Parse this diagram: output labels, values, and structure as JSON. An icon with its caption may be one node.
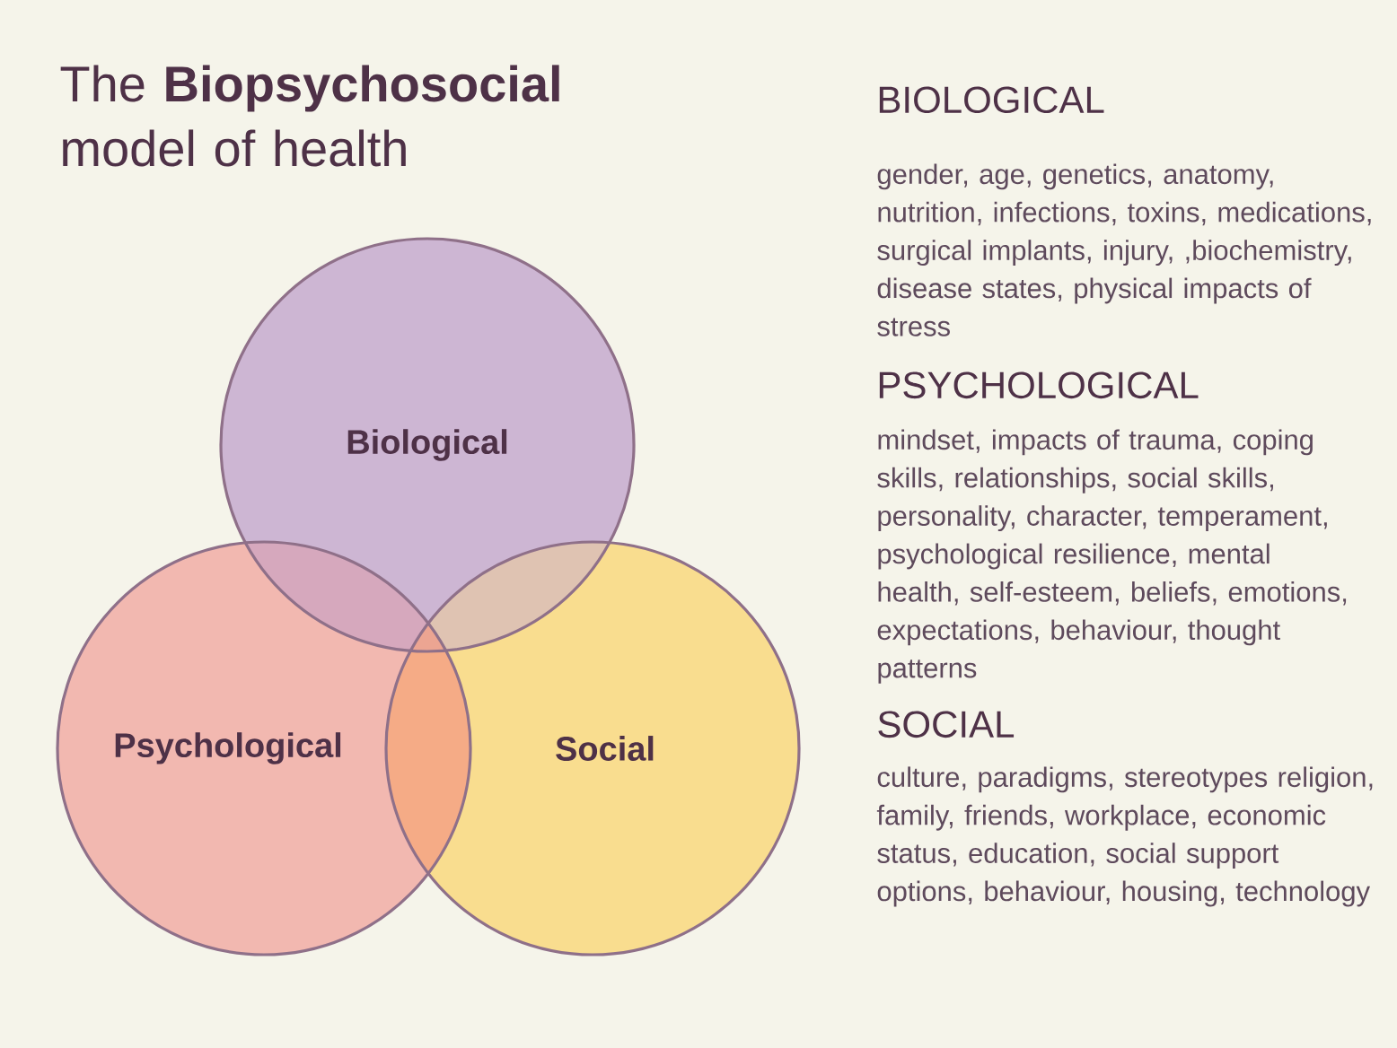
{
  "diagram": {
    "title": "The **Biopsychosocial** model of health",
    "nodes": [
      {
        "text": [
          "Biological"
        ]
      },
      {
        "text": [
          "Psychological"
        ]
      },
      {
        "text": [
          "Social"
        ]
      }
    ],
    "labels": [
      "BIOLOGICAL",
      "gender, age, genetics, anatomy, nutrition, infections, toxins, medications, surgical implants, injury, ,biochemistry, disease states, physical impacts of stress",
      "PSYCHOLOGICAL",
      "mindset, impacts of trauma, coping skills, relationships, social skills, personality, character, temperament, psychological resilience, mental health, self-esteem, beliefs, emotions, expectations, behaviour, thought patterns",
      "SOCIAL",
      "culture, paradigms, stereotypes religion, family, friends, workplace, economic status, education, social support options, behaviour, housing, technology"
    ]
  }
}
